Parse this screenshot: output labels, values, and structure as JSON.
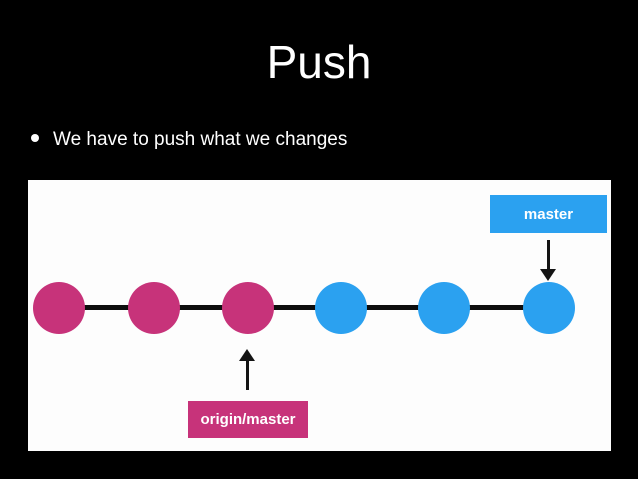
{
  "slide": {
    "title": "Push",
    "bullet": "We have to push what we changes"
  },
  "colors": {
    "background": "#000000",
    "canvas": "#FDFDFD",
    "remote_commit": "#C7337A",
    "local_commit": "#2BA1F0",
    "connector": "#0E0E0E",
    "arrow": "#141414",
    "label_text": "#FFFFFF",
    "slide_text": "#FFFFFF"
  },
  "diagram": {
    "commits": [
      {
        "type": "remote"
      },
      {
        "type": "remote"
      },
      {
        "type": "remote"
      },
      {
        "type": "local"
      },
      {
        "type": "local"
      },
      {
        "type": "local"
      }
    ],
    "labels": {
      "master": "master",
      "origin_master": "origin/master"
    }
  }
}
